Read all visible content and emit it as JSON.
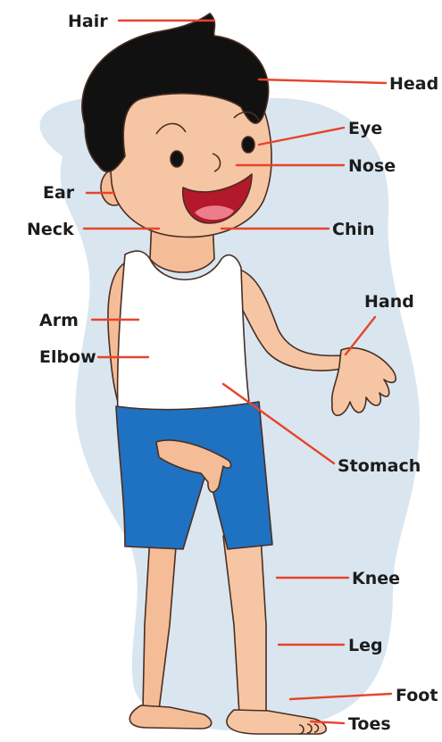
{
  "diagram": {
    "colors": {
      "backdrop": "#d9e6f0",
      "skin": "#f6c6a4",
      "hair": "#111111",
      "vest": "#ffffff",
      "shorts": "#1f72c2",
      "leader_line": "#e8432b",
      "label_text": "#1c1c1c"
    },
    "labels": {
      "hair": "Hair",
      "head": "Head",
      "eye": "Eye",
      "nose": "Nose",
      "ear": "Ear",
      "neck": "Neck",
      "chin": "Chin",
      "hand": "Hand",
      "arm": "Arm",
      "elbow": "Elbow",
      "stomach": "Stomach",
      "knee": "Knee",
      "leg": "Leg",
      "foot": "Foot",
      "toes": "Toes"
    }
  }
}
